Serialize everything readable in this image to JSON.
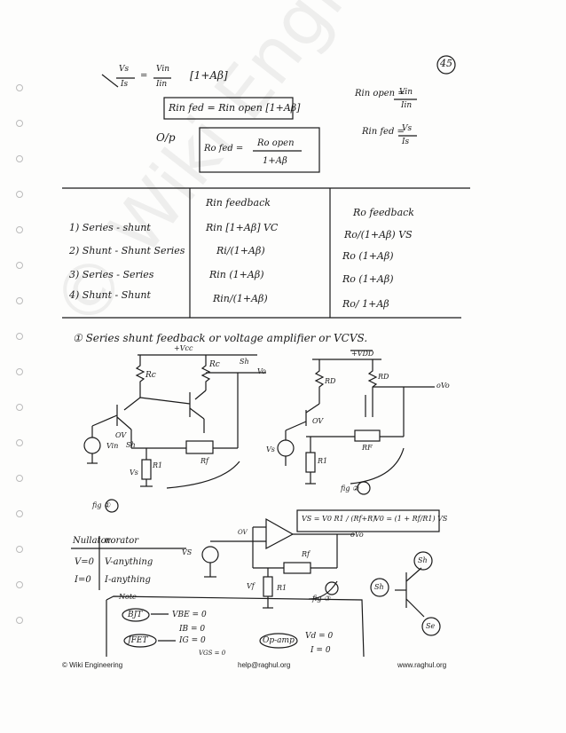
{
  "page_number": "45",
  "eq": {
    "ratio_lhs_num": "Vs",
    "ratio_lhs_den": "Is",
    "ratio_rhs_num": "Vin",
    "ratio_rhs_den": "Iin",
    "ratio_factor": "[1+Aβ]",
    "rin_fed": "Rin fed = Rin open [1+Aβ]",
    "rin_open_label": "Rin open =",
    "rin_open_num": "Vin",
    "rin_open_den": "Iin",
    "rin_fed_label": "Rin fed =",
    "rin_fed_num": "Vs",
    "rin_fed_den": "Is",
    "op_label": "O/p",
    "ro_fed": "Ro fed =",
    "ro_fed_num": "Ro open",
    "ro_fed_den": "1+Aβ"
  },
  "table": {
    "col_rin_header": "Rin feedback",
    "col_ro_header": "Ro feedback",
    "rows": [
      {
        "label": "1) Series - shunt",
        "rin": "Rin [1+Aβ] VC",
        "ro": "Ro/(1+Aβ) VS"
      },
      {
        "label": "2) Shunt - Shunt Series",
        "rin": "Ri/(1+Aβ)",
        "ro": "Ro (1+Aβ)"
      },
      {
        "label": "3) Series - Series",
        "rin": "Rin (1+Aβ)",
        "ro": "Ro (1+Aβ)"
      },
      {
        "label": "4) Shunt - Shunt",
        "rin": "Rin/(1+Aβ)",
        "ro": "Ro/ 1+Aβ"
      }
    ]
  },
  "section_title": "① Series shunt feedback or voltage amplifier or VCVS.",
  "circuit1": {
    "vcc": "+Vcc",
    "rc1": "Rc",
    "rc2": "Rc",
    "sh": "Sh",
    "vo": "Vo",
    "ov": "OV",
    "vin": "Vin",
    "sh2": "Sh",
    "rf": "Rf",
    "r1": "R1",
    "vs": "Vs",
    "fig": "fig ①"
  },
  "circuit2": {
    "vdd": "+VDD",
    "rd1": "RD",
    "rd2": "RD",
    "vo": "oVo",
    "ov": "OV",
    "vs": "Vs",
    "rf": "RF",
    "r1": "R1",
    "fig": "fig ②"
  },
  "notes": {
    "header_left": "Nullator",
    "header_right": "norator",
    "r1_left": "V=0",
    "r1_right": "V-anything",
    "r2_left": "I=0",
    "r2_right": "I-anything"
  },
  "opamp": {
    "eq1": "VS = V0 R1 / (Rf+R)",
    "eq2": "V0 = (1 + Rf/R1) VS",
    "ov": "OV",
    "vs": "VS",
    "r1": "R1",
    "rf": "Rf",
    "vf": "Vf",
    "vo": "oVo",
    "fig": "fig ③"
  },
  "note_box": {
    "title": "Note",
    "bjt": "BJT",
    "bjt_v": "VBE = 0",
    "bjt_i": "IB = 0",
    "jfet": "JFET",
    "jfet_i": "IG = 0",
    "jfet_v": "VGS = 0",
    "opamp": "Op-amp",
    "opamp_v": "Vd = 0",
    "opamp_i": "I = 0"
  },
  "transistor": {
    "sh_top": "Sh",
    "sh_mid": "Sh",
    "se": "Se"
  },
  "watermark": "© Wiki Engineering",
  "footer": {
    "left": "© Wiki Engineering",
    "center": "help@raghul.org",
    "right": "www.raghul.org"
  }
}
